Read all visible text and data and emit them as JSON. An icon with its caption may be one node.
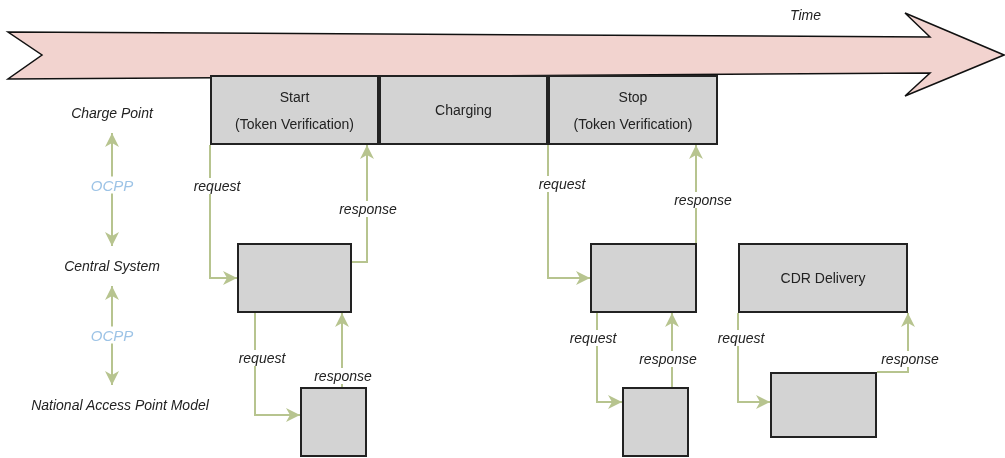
{
  "diagram": {
    "nodes": [
      {
        "text": [
          "Charge Point"
        ]
      },
      {
        "text": [
          "Central System"
        ]
      },
      {
        "text": [
          "National Access Point Model"
        ]
      },
      {
        "text": [
          "Start",
          "(Token Verification)"
        ]
      },
      {
        "text": [
          "Charging"
        ]
      },
      {
        "text": [
          "Stop",
          "(Token Verification)"
        ]
      },
      {
        "text": [],
        "shape": "box"
      },
      {
        "text": [],
        "shape": "box"
      },
      {
        "text": [],
        "shape": "box"
      },
      {
        "text": [
          "CDR Delivery"
        ]
      },
      {
        "text": [],
        "shape": "box"
      },
      {
        "text": [],
        "shape": "box"
      }
    ],
    "edges": [
      {
        "from": 0,
        "to": 1,
        "arrow": "both",
        "label": "OCPP"
      },
      {
        "from": 1,
        "to": 2,
        "arrow": "both",
        "label": "OCPP"
      },
      {
        "from": 3,
        "to": 6,
        "arrow": "to",
        "label": "request"
      },
      {
        "from": 6,
        "to": 3,
        "arrow": "to",
        "label": "response"
      },
      {
        "from": 6,
        "to": 7,
        "arrow": "to",
        "label": "request"
      },
      {
        "from": 7,
        "to": 6,
        "arrow": "to",
        "label": "response"
      },
      {
        "from": 5,
        "to": 8,
        "arrow": "to",
        "label": "request"
      },
      {
        "from": 8,
        "to": 5,
        "arrow": "to",
        "label": "response"
      },
      {
        "from": 8,
        "to": 10,
        "arrow": "to",
        "label": "request"
      },
      {
        "from": 10,
        "to": 8,
        "arrow": "to",
        "label": "response"
      },
      {
        "from": 9,
        "to": 11,
        "arrow": "to",
        "label": "request"
      },
      {
        "from": 11,
        "to": 9,
        "arrow": "to",
        "label": "response"
      }
    ],
    "labels": [
      "Time"
    ]
  }
}
